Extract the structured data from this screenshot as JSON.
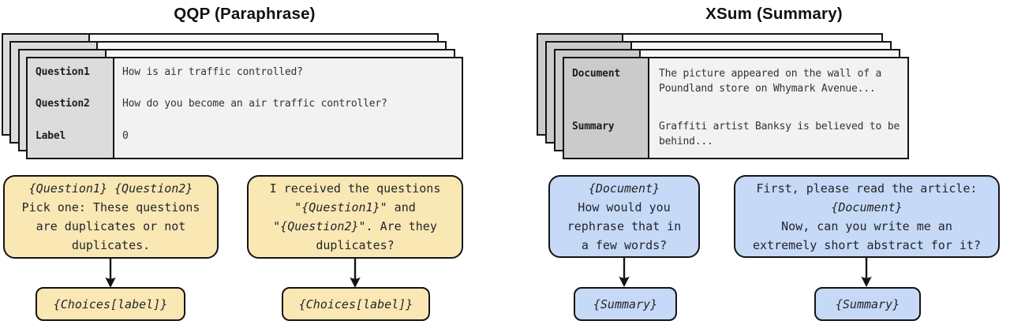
{
  "diagram": {
    "panels": [
      {
        "title": "QQP (Paraphrase)",
        "box_fill": "#FAE8B4",
        "card_label_fill": "#DCDCDC",
        "dataset_card": {
          "fields": [
            {
              "label": "Question1",
              "lines": [
                "How is air traffic controlled?"
              ]
            },
            {
              "label": "Question2",
              "lines": [
                "How do you become an air traffic controller?"
              ]
            },
            {
              "label": "Label",
              "lines": [
                "0"
              ]
            }
          ]
        },
        "prompts": [
          {
            "template_lines": [
              [
                {
                  "t": "{Question1}",
                  "var": true
                },
                {
                  "t": " ",
                  "var": false
                },
                {
                  "t": "{Question2}",
                  "var": true
                }
              ],
              [
                {
                  "t": "Pick one: These questions",
                  "var": false
                }
              ],
              [
                {
                  "t": "are duplicates or not",
                  "var": false
                }
              ],
              [
                {
                  "t": "duplicates.",
                  "var": false
                }
              ]
            ],
            "output_segments": [
              {
                "t": "{Choices[label]}",
                "var": true
              }
            ]
          },
          {
            "template_lines": [
              [
                {
                  "t": "I received the questions",
                  "var": false
                }
              ],
              [
                {
                  "t": "\"",
                  "var": false
                },
                {
                  "t": "{Question1}",
                  "var": true
                },
                {
                  "t": "\" and",
                  "var": false
                }
              ],
              [
                {
                  "t": "\"",
                  "var": false
                },
                {
                  "t": "{Question2}",
                  "var": true
                },
                {
                  "t": "\". Are they",
                  "var": false
                }
              ],
              [
                {
                  "t": "duplicates?",
                  "var": false
                }
              ]
            ],
            "output_segments": [
              {
                "t": "{Choices[label]}",
                "var": true
              }
            ]
          }
        ]
      },
      {
        "title": "XSum (Summary)",
        "box_fill": "#C6D9F7",
        "card_label_fill": "#CBCBCB",
        "dataset_card": {
          "fields": [
            {
              "label": "Document",
              "lines": [
                "The picture appeared on the wall of a",
                "Poundland store on Whymark Avenue..."
              ]
            },
            {
              "label": "Summary",
              "lines": [
                "Graffiti artist Banksy is believed to be",
                "behind..."
              ]
            }
          ]
        },
        "prompts": [
          {
            "template_lines": [
              [
                {
                  "t": "{Document}",
                  "var": true
                }
              ],
              [
                {
                  "t": "How would you",
                  "var": false
                }
              ],
              [
                {
                  "t": "rephrase that in",
                  "var": false
                }
              ],
              [
                {
                  "t": "a few words?",
                  "var": false
                }
              ]
            ],
            "output_segments": [
              {
                "t": "{Summary}",
                "var": true
              }
            ]
          },
          {
            "template_lines": [
              [
                {
                  "t": "First, please read the article:",
                  "var": false
                }
              ],
              [
                {
                  "t": "{Document}",
                  "var": true
                }
              ],
              [
                {
                  "t": "Now, can you write me an",
                  "var": false
                }
              ],
              [
                {
                  "t": "extremely short abstract for it?",
                  "var": false
                }
              ]
            ],
            "output_segments": [
              {
                "t": "{Summary}",
                "var": true
              }
            ]
          }
        ]
      }
    ]
  }
}
